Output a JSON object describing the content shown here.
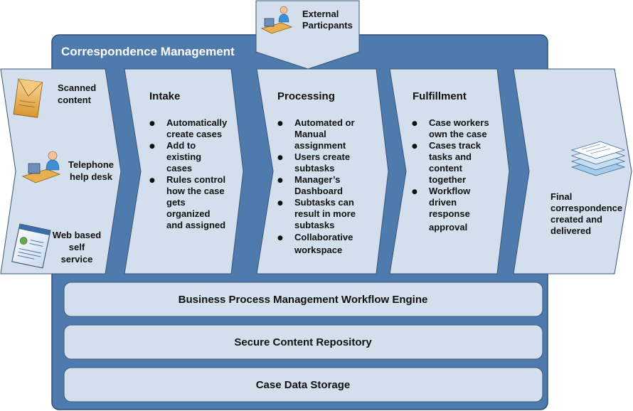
{
  "title": "Correspondence Management",
  "external": {
    "lines": [
      "External",
      "Particpants"
    ]
  },
  "inputs": [
    {
      "icon": "envelope-icon",
      "lines": [
        "Scanned",
        "content"
      ]
    },
    {
      "icon": "person-at-computer-icon",
      "lines": [
        "Telephone",
        "help desk"
      ]
    },
    {
      "icon": "web-page-icon",
      "lines": [
        "Web based",
        "self",
        "service"
      ]
    }
  ],
  "stages": [
    {
      "title": "Intake",
      "bullets": [
        [
          "Automatically",
          "create cases"
        ],
        [
          "Add to",
          "existing",
          "cases"
        ],
        [
          "Rules control",
          "how the case",
          "gets",
          "organized",
          "and assigned"
        ]
      ]
    },
    {
      "title": "Processing",
      "bullets": [
        [
          "Automated or",
          "Manual",
          "assignment"
        ],
        [
          "Users create",
          "subtasks"
        ],
        [
          "Manager’s",
          "Dashboard"
        ],
        [
          "Subtasks can",
          "result in more",
          "subtasks"
        ],
        [
          "Collaborative",
          "workspace"
        ]
      ]
    },
    {
      "title": "Fulfillment",
      "bullets": [
        [
          "Case workers",
          "own the case"
        ],
        [
          "Cases track",
          "tasks and",
          "content",
          "together"
        ],
        [
          "Workflow",
          "driven",
          "response",
          "approval"
        ]
      ]
    }
  ],
  "output": {
    "icon": "document-stack-icon",
    "lines": [
      "Final",
      "correspondence",
      "created and",
      "delivered"
    ]
  },
  "layers": [
    "Business Process Management Workflow Engine",
    "Secure Content Repository",
    "Case Data Storage"
  ],
  "colors": {
    "container": "#4f7aad",
    "container_border": "#2f4d75",
    "panel_fill": "#d3dfec",
    "panel_stroke": "#3a5576",
    "title_text": "#ffffff"
  }
}
